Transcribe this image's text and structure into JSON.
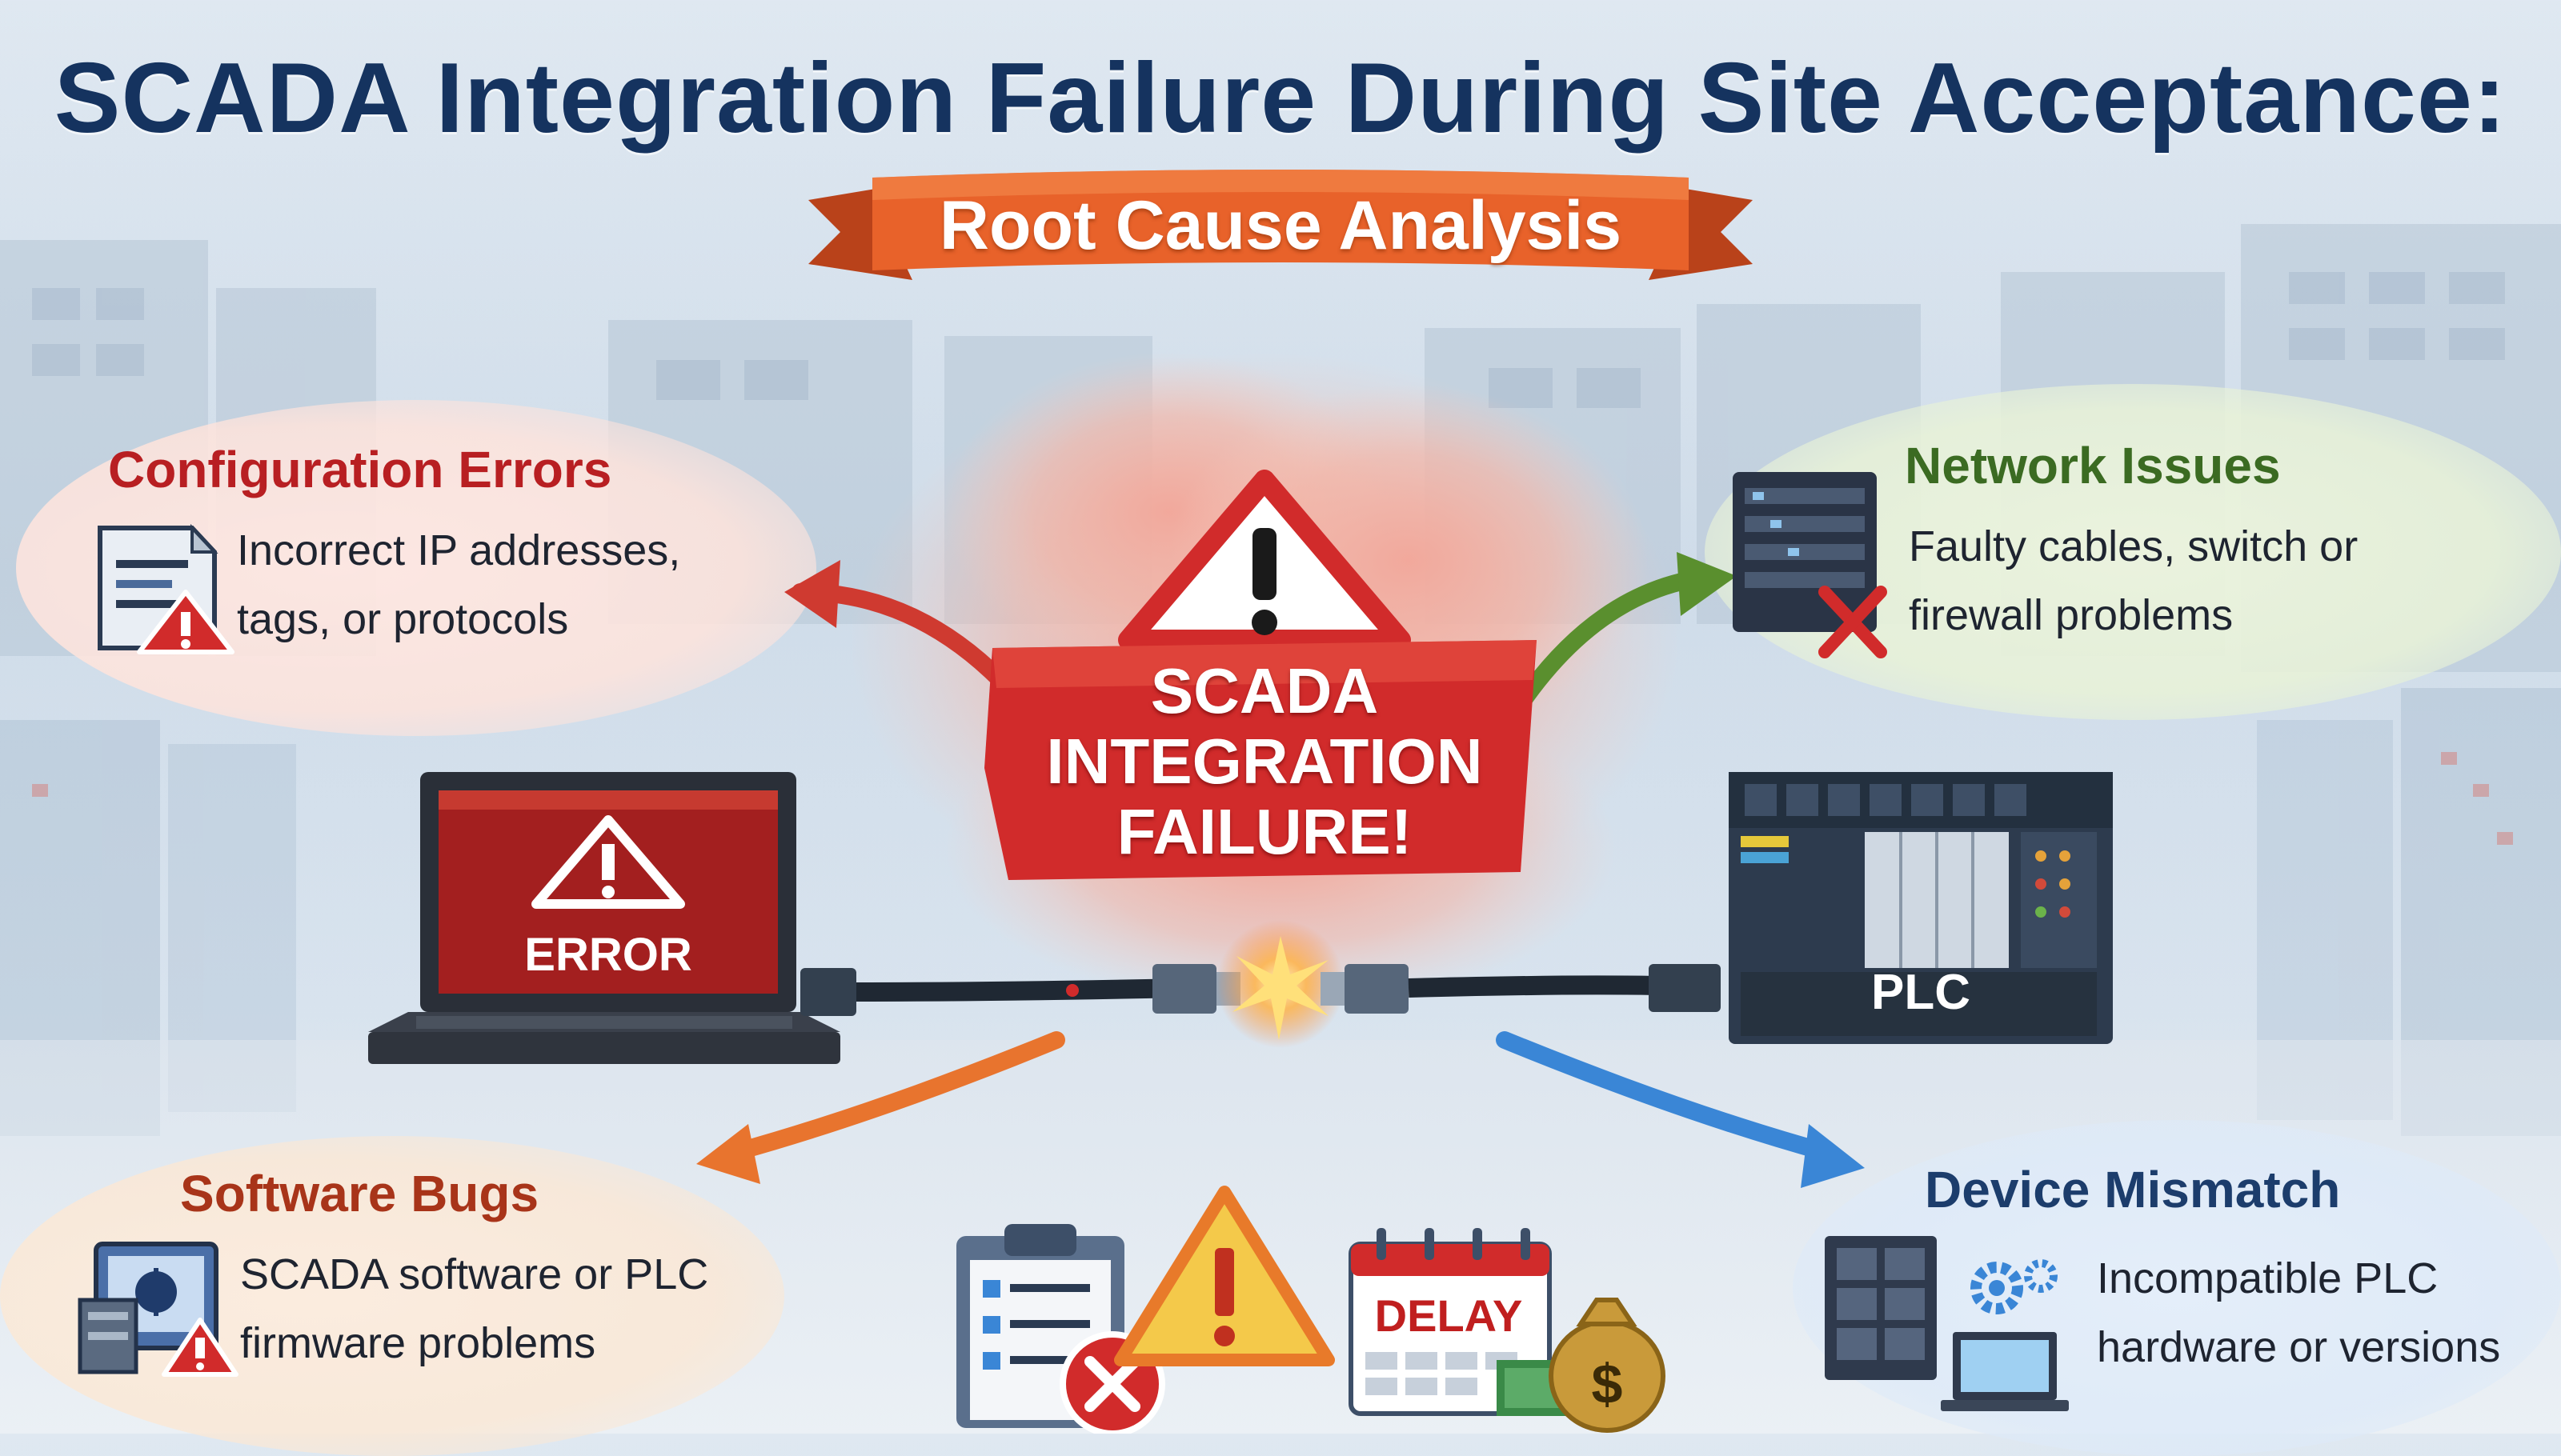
{
  "title": "SCADA Integration Failure During Site Acceptance:",
  "subtitle": "Root Cause Analysis",
  "center": {
    "line1": "SCADA",
    "line2": "INTEGRATION",
    "line3": "FAILURE!"
  },
  "causes": {
    "configuration": {
      "title": "Configuration Errors",
      "desc": "Incorrect IP addresses, tags, or protocols",
      "icon": "document-warning-icon",
      "color": "#b81f22"
    },
    "network": {
      "title": "Network Issues",
      "desc": "Faulty cables, switch or firewall problems",
      "icon": "network-switch-icon",
      "color": "#3b6b22"
    },
    "software": {
      "title": "Software Bugs",
      "desc": "SCADA software or PLC firmware problems",
      "icon": "software-bug-icon",
      "color": "#a83419"
    },
    "device": {
      "title": "Device Mismatch",
      "desc": "Incompatible PLC hardware or versions",
      "icon": "server-gear-icon",
      "color": "#1c3d6c"
    }
  },
  "devices": {
    "laptop_screen": "ERROR",
    "plc_label": "PLC"
  },
  "consequences": {
    "calendar_label": "DELAY",
    "money_symbol": "$"
  },
  "colors": {
    "title": "#15335f",
    "banner": "#e8622a",
    "alert_red": "#d12b2b",
    "arrow_orange": "#e8742e",
    "arrow_green": "#5a8f2e",
    "arrow_blue": "#3a86d6",
    "arrow_red": "#cf3a30"
  }
}
